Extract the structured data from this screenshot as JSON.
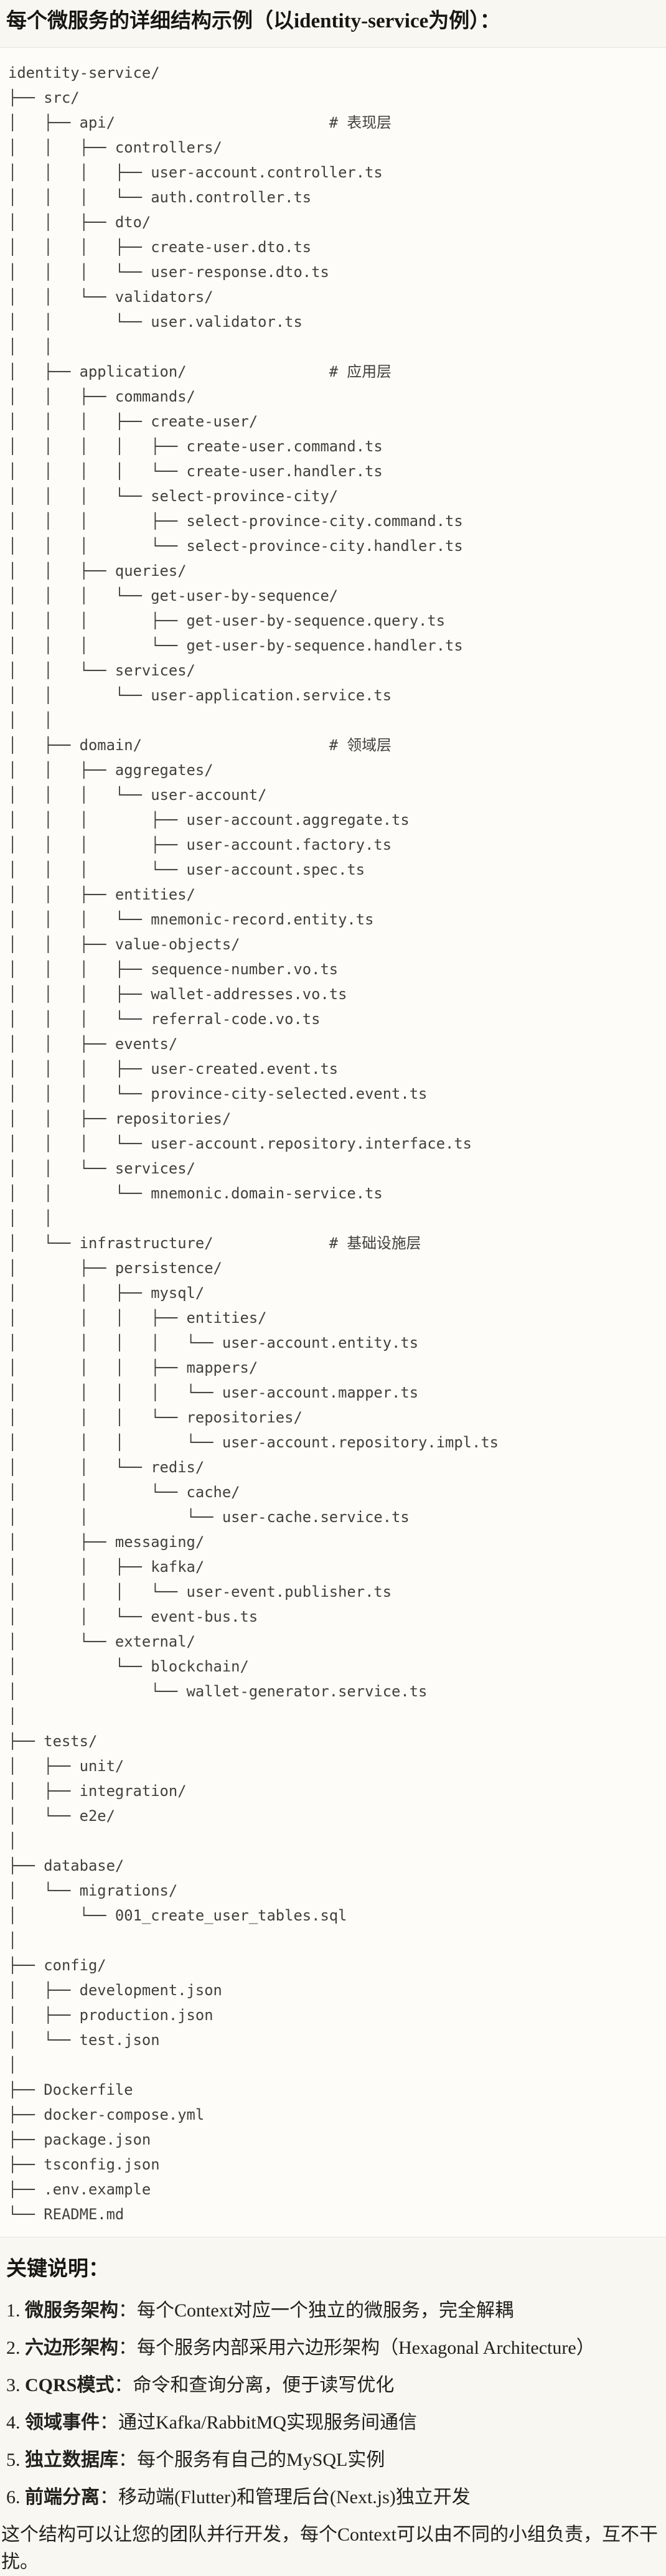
{
  "page": {
    "title": "每个微服务的详细结构示例（以identity-service为例）：",
    "notes_title": "关键说明：",
    "footer": "这个结构可以让您的团队并行开发，每个Context可以由不同的小组负责，互不干扰。"
  },
  "tree": {
    "language": "plaintext",
    "lines": [
      "identity-service/",
      "├── src/",
      "│   ├── api/                        # 表现层",
      "│   │   ├── controllers/",
      "│   │   │   ├── user-account.controller.ts",
      "│   │   │   └── auth.controller.ts",
      "│   │   ├── dto/",
      "│   │   │   ├── create-user.dto.ts",
      "│   │   │   └── user-response.dto.ts",
      "│   │   └── validators/",
      "│   │       └── user.validator.ts",
      "│   │",
      "│   ├── application/                # 应用层",
      "│   │   ├── commands/",
      "│   │   │   ├── create-user/",
      "│   │   │   │   ├── create-user.command.ts",
      "│   │   │   │   └── create-user.handler.ts",
      "│   │   │   └── select-province-city/",
      "│   │   │       ├── select-province-city.command.ts",
      "│   │   │       └── select-province-city.handler.ts",
      "│   │   ├── queries/",
      "│   │   │   └── get-user-by-sequence/",
      "│   │   │       ├── get-user-by-sequence.query.ts",
      "│   │   │       └── get-user-by-sequence.handler.ts",
      "│   │   └── services/",
      "│   │       └── user-application.service.ts",
      "│   │",
      "│   ├── domain/                     # 领域层",
      "│   │   ├── aggregates/",
      "│   │   │   └── user-account/",
      "│   │   │       ├── user-account.aggregate.ts",
      "│   │   │       ├── user-account.factory.ts",
      "│   │   │       └── user-account.spec.ts",
      "│   │   ├── entities/",
      "│   │   │   └── mnemonic-record.entity.ts",
      "│   │   ├── value-objects/",
      "│   │   │   ├── sequence-number.vo.ts",
      "│   │   │   ├── wallet-addresses.vo.ts",
      "│   │   │   └── referral-code.vo.ts",
      "│   │   ├── events/",
      "│   │   │   ├── user-created.event.ts",
      "│   │   │   └── province-city-selected.event.ts",
      "│   │   ├── repositories/",
      "│   │   │   └── user-account.repository.interface.ts",
      "│   │   └── services/",
      "│   │       └── mnemonic.domain-service.ts",
      "│   │",
      "│   └── infrastructure/             # 基础设施层",
      "│       ├── persistence/",
      "│       │   ├── mysql/",
      "│       │   │   ├── entities/",
      "│       │   │   │   └── user-account.entity.ts",
      "│       │   │   ├── mappers/",
      "│       │   │   │   └── user-account.mapper.ts",
      "│       │   │   └── repositories/",
      "│       │   │       └── user-account.repository.impl.ts",
      "│       │   └── redis/",
      "│       │       └── cache/",
      "│       │           └── user-cache.service.ts",
      "│       ├── messaging/",
      "│       │   ├── kafka/",
      "│       │   │   └── user-event.publisher.ts",
      "│       │   └── event-bus.ts",
      "│       └── external/",
      "│           └── blockchain/",
      "│               └── wallet-generator.service.ts",
      "│",
      "├── tests/",
      "│   ├── unit/",
      "│   ├── integration/",
      "│   └── e2e/",
      "│",
      "├── database/",
      "│   └── migrations/",
      "│       └── 001_create_user_tables.sql",
      "│",
      "├── config/",
      "│   ├── development.json",
      "│   ├── production.json",
      "│   └── test.json",
      "│",
      "├── Dockerfile",
      "├── docker-compose.yml",
      "├── package.json",
      "├── tsconfig.json",
      "├── .env.example",
      "└── README.md"
    ]
  },
  "notes": [
    {
      "number": "1.",
      "term": "微服务架构",
      "text": "：每个Context对应一个独立的微服务，完全解耦"
    },
    {
      "number": "2.",
      "term": "六边形架构",
      "text": "：每个服务内部采用六边形架构（Hexagonal Architecture）"
    },
    {
      "number": "3.",
      "term": "CQRS模式",
      "text": "：命令和查询分离，便于读写优化"
    },
    {
      "number": "4.",
      "term": "领域事件",
      "text": "：通过Kafka/RabbitMQ实现服务间通信"
    },
    {
      "number": "5.",
      "term": "独立数据库",
      "text": "：每个服务有自己的MySQL实例"
    },
    {
      "number": "6.",
      "term": "前端分离",
      "text": "：移动端(Flutter)和管理后台(Next.js)独立开发"
    }
  ]
}
